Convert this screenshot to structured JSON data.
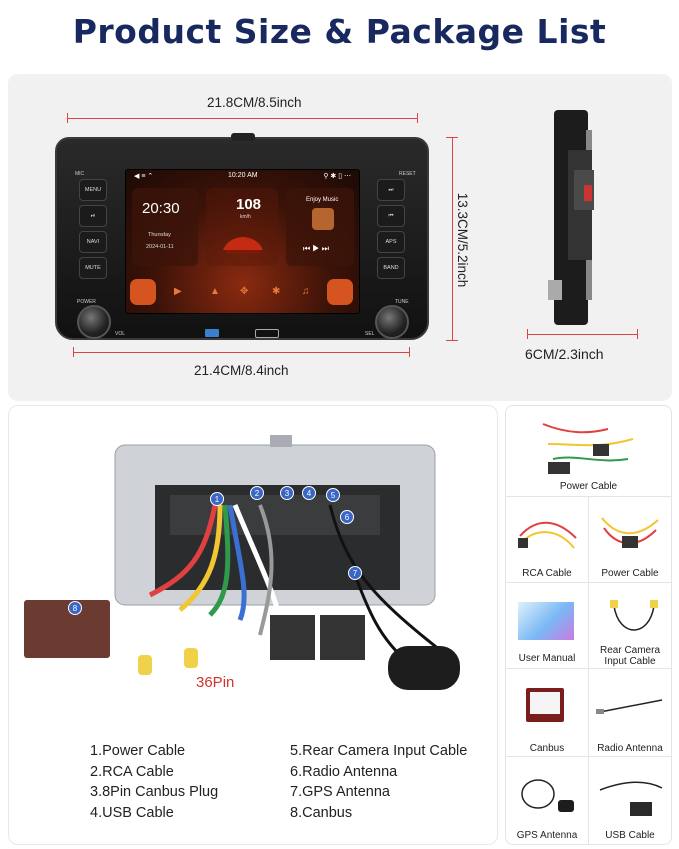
{
  "title": "Product Size & Package List",
  "dimensions": {
    "top_width": "21.8CM/8.5inch",
    "bottom_width": "21.4CM/8.4inch",
    "height": "13.3CM/5.2inch",
    "depth": "6CM/2.3inch"
  },
  "device": {
    "left_buttons": [
      "MENU",
      "⏯",
      "NAVI",
      "MUTE"
    ],
    "right_buttons": [
      "⏭",
      "⏮",
      "APS",
      "BAND"
    ],
    "labels": {
      "mic": "MIC",
      "reset": "RESET",
      "power": "POWER",
      "tune": "TUNE",
      "vol": "VOL",
      "sel": "SEL"
    },
    "screen": {
      "status_time": "10:20 AM",
      "clock": "20:30",
      "day": "Thursday",
      "date": "2024-01-11",
      "speed": "108",
      "speed_unit": "km/h",
      "music_label": "Enjoy Music"
    }
  },
  "wiring": {
    "numbers": [
      "1",
      "2",
      "3",
      "4",
      "5",
      "6",
      "7",
      "8"
    ],
    "pin_label": "36Pin"
  },
  "package_list": {
    "left": [
      "1.Power Cable",
      "2.RCA Cable",
      "3.8Pin Canbus Plug",
      "4.USB Cable"
    ],
    "right": [
      "5.Rear Camera Input Cable",
      "6.Radio Antenna",
      "7.GPS Antenna",
      "8.Canbus"
    ]
  },
  "grid_items": {
    "power_cable_main": "Power Cable",
    "rca_cable": "RCA Cable",
    "power_cable": "Power Cable",
    "user_manual": "User Manual",
    "rear_camera_line1": "Rear Camera",
    "rear_camera_line2": "Input Cable",
    "canbus": "Canbus",
    "radio_antenna": "Radio Antenna",
    "gps_antenna": "GPS Antenna",
    "usb_cable": "USB Cable"
  },
  "colors": {
    "title": "#17295e",
    "dimension_line": "#dd4444",
    "badge": "#3a67c6",
    "pin_label": "#d0342c"
  }
}
